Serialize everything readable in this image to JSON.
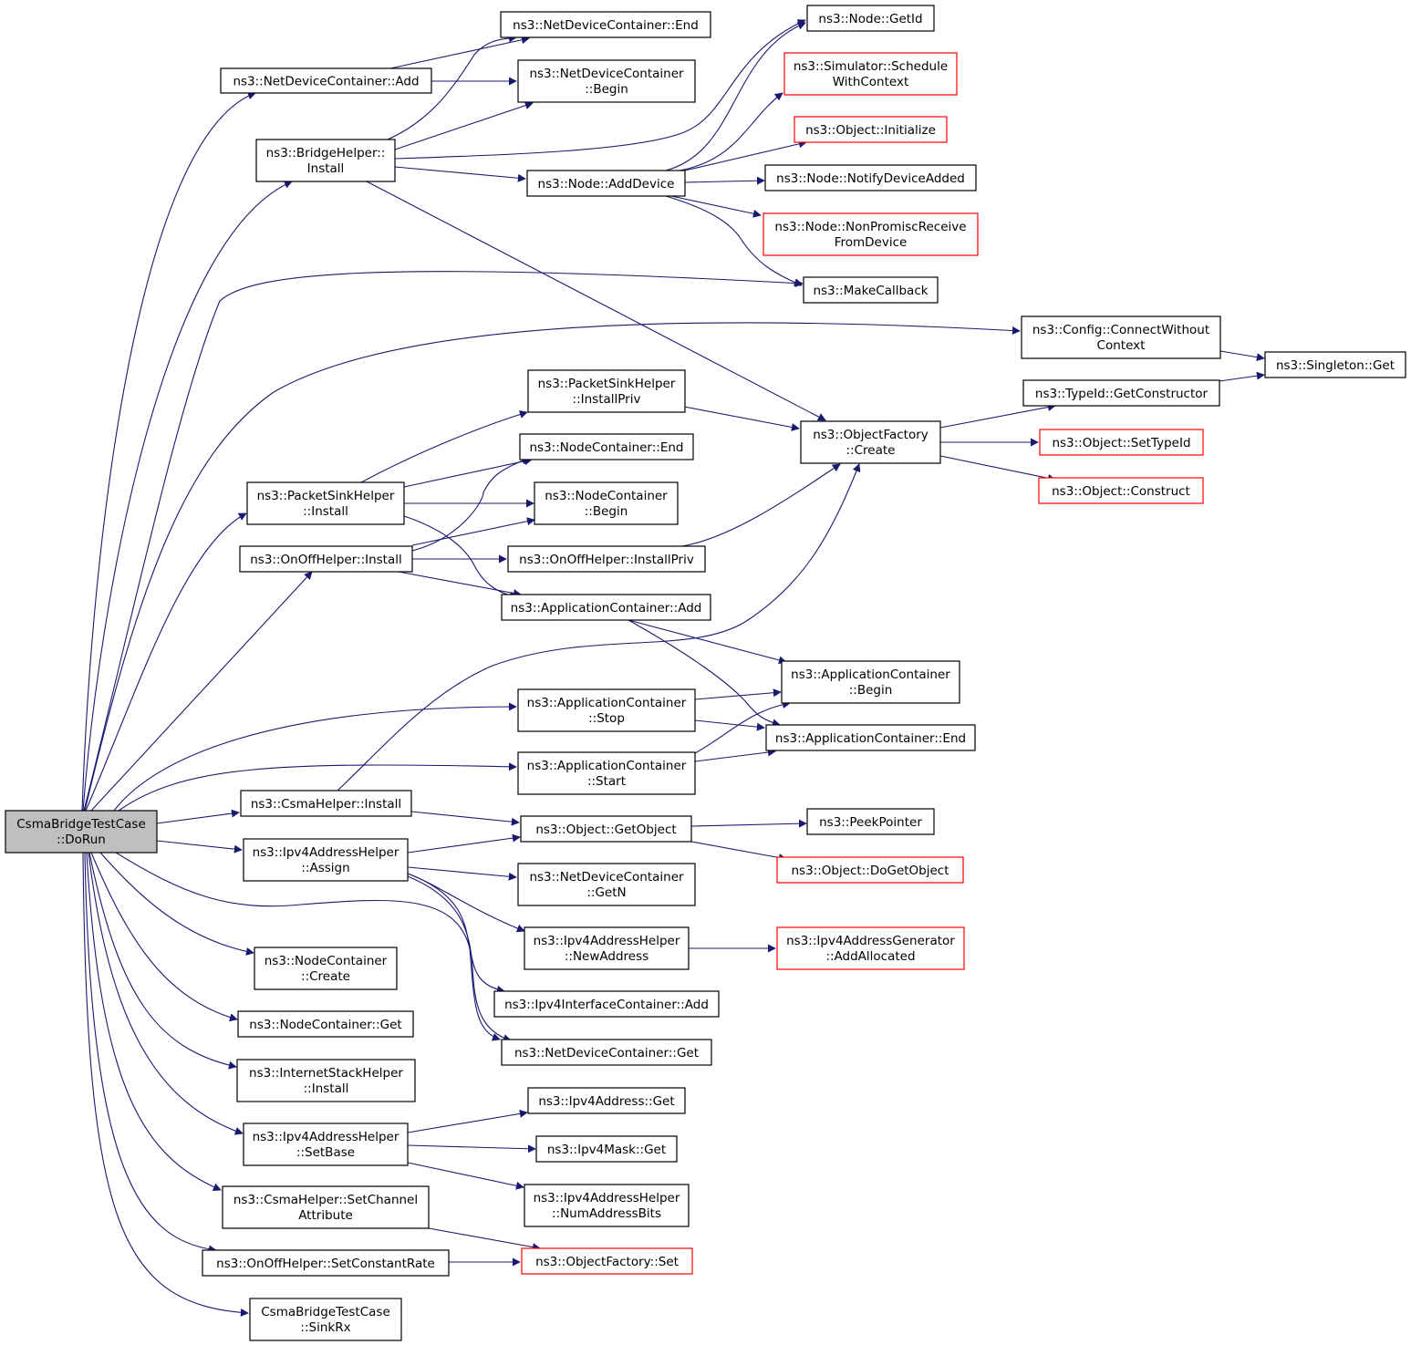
{
  "title": "",
  "colors": {
    "edge": "#191970",
    "border": "#000000",
    "border_undocumented": "#ff0000",
    "root_fill": "#bfbfbf",
    "background": "#ffffff"
  },
  "nodes": {
    "dorun": [
      "CsmaBridgeTestCase",
      "::DoRun"
    ],
    "ndc_add": [
      "ns3::NetDeviceContainer::Add"
    ],
    "bridge_install": [
      "ns3::BridgeHelper::",
      "Install"
    ],
    "psh_install": [
      "ns3::PacketSinkHelper",
      "::Install"
    ],
    "onoff_install": [
      "ns3::OnOffHelper::Install"
    ],
    "csma_install": [
      "ns3::CsmaHelper::Install"
    ],
    "ipv4_assign": [
      "ns3::Ipv4AddressHelper",
      "::Assign"
    ],
    "nc_create": [
      "ns3::NodeContainer",
      "::Create"
    ],
    "nc_get": [
      "ns3::NodeContainer::Get"
    ],
    "ish_install": [
      "ns3::InternetStackHelper",
      "::Install"
    ],
    "ipv4_setbase": [
      "ns3::Ipv4AddressHelper",
      "::SetBase"
    ],
    "csma_setchan": [
      "ns3::CsmaHelper::SetChannel",
      "Attribute"
    ],
    "onoff_setrate": [
      "ns3::OnOffHelper::SetConstantRate"
    ],
    "sinkrx": [
      "CsmaBridgeTestCase",
      "::SinkRx"
    ],
    "ndc_end": [
      "ns3::NetDeviceContainer::End"
    ],
    "ndc_begin": [
      "ns3::NetDeviceContainer",
      "::Begin"
    ],
    "node_adddevice": [
      "ns3::Node::AddDevice"
    ],
    "psh_installpriv": [
      "ns3::PacketSinkHelper",
      "::InstallPriv"
    ],
    "nc_end": [
      "ns3::NodeContainer::End"
    ],
    "nc_begin": [
      "ns3::NodeContainer",
      "::Begin"
    ],
    "onoff_installpriv": [
      "ns3::OnOffHelper::InstallPriv"
    ],
    "appc_add": [
      "ns3::ApplicationContainer::Add"
    ],
    "appc_stop": [
      "ns3::ApplicationContainer",
      "::Stop"
    ],
    "appc_start": [
      "ns3::ApplicationContainer",
      "::Start"
    ],
    "obj_getobject": [
      "ns3::Object::GetObject"
    ],
    "ndc_getn": [
      "ns3::NetDeviceContainer",
      "::GetN"
    ],
    "ipv4_newaddr": [
      "ns3::Ipv4AddressHelper",
      "::NewAddress"
    ],
    "iic_add": [
      "ns3::Ipv4InterfaceContainer::Add"
    ],
    "ndc_get": [
      "ns3::NetDeviceContainer::Get"
    ],
    "ipv4addr_get": [
      "ns3::Ipv4Address::Get"
    ],
    "ipv4mask_get": [
      "ns3::Ipv4Mask::Get"
    ],
    "ipv4_numbits": [
      "ns3::Ipv4AddressHelper",
      "::NumAddressBits"
    ],
    "of_set": [
      "ns3::ObjectFactory::Set"
    ],
    "node_getid": [
      "ns3::Node::GetId"
    ],
    "sim_schedule": [
      "ns3::Simulator::Schedule",
      "WithContext"
    ],
    "obj_initialize": [
      "ns3::Object::Initialize"
    ],
    "node_notify": [
      "ns3::Node::NotifyDeviceAdded"
    ],
    "node_nonpromisc": [
      "ns3::Node::NonPromiscReceive",
      "FromDevice"
    ],
    "makecallback": [
      "ns3::MakeCallback"
    ],
    "config_connect": [
      "ns3::Config::ConnectWithout",
      "Context"
    ],
    "of_create": [
      "ns3::ObjectFactory",
      "::Create"
    ],
    "appc_begin": [
      "ns3::ApplicationContainer",
      "::Begin"
    ],
    "appc_end": [
      "ns3::ApplicationContainer::End"
    ],
    "peekpointer": [
      "ns3::PeekPointer"
    ],
    "obj_dogetobject": [
      "ns3::Object::DoGetObject"
    ],
    "ipv4gen_addalloc": [
      "ns3::Ipv4AddressGenerator",
      "::AddAllocated"
    ],
    "singleton_get": [
      "ns3::Singleton::Get"
    ],
    "typeid_getctor": [
      "ns3::TypeId::GetConstructor"
    ],
    "obj_settypeid": [
      "ns3::Object::SetTypeId"
    ],
    "obj_construct": [
      "ns3::Object::Construct"
    ]
  }
}
